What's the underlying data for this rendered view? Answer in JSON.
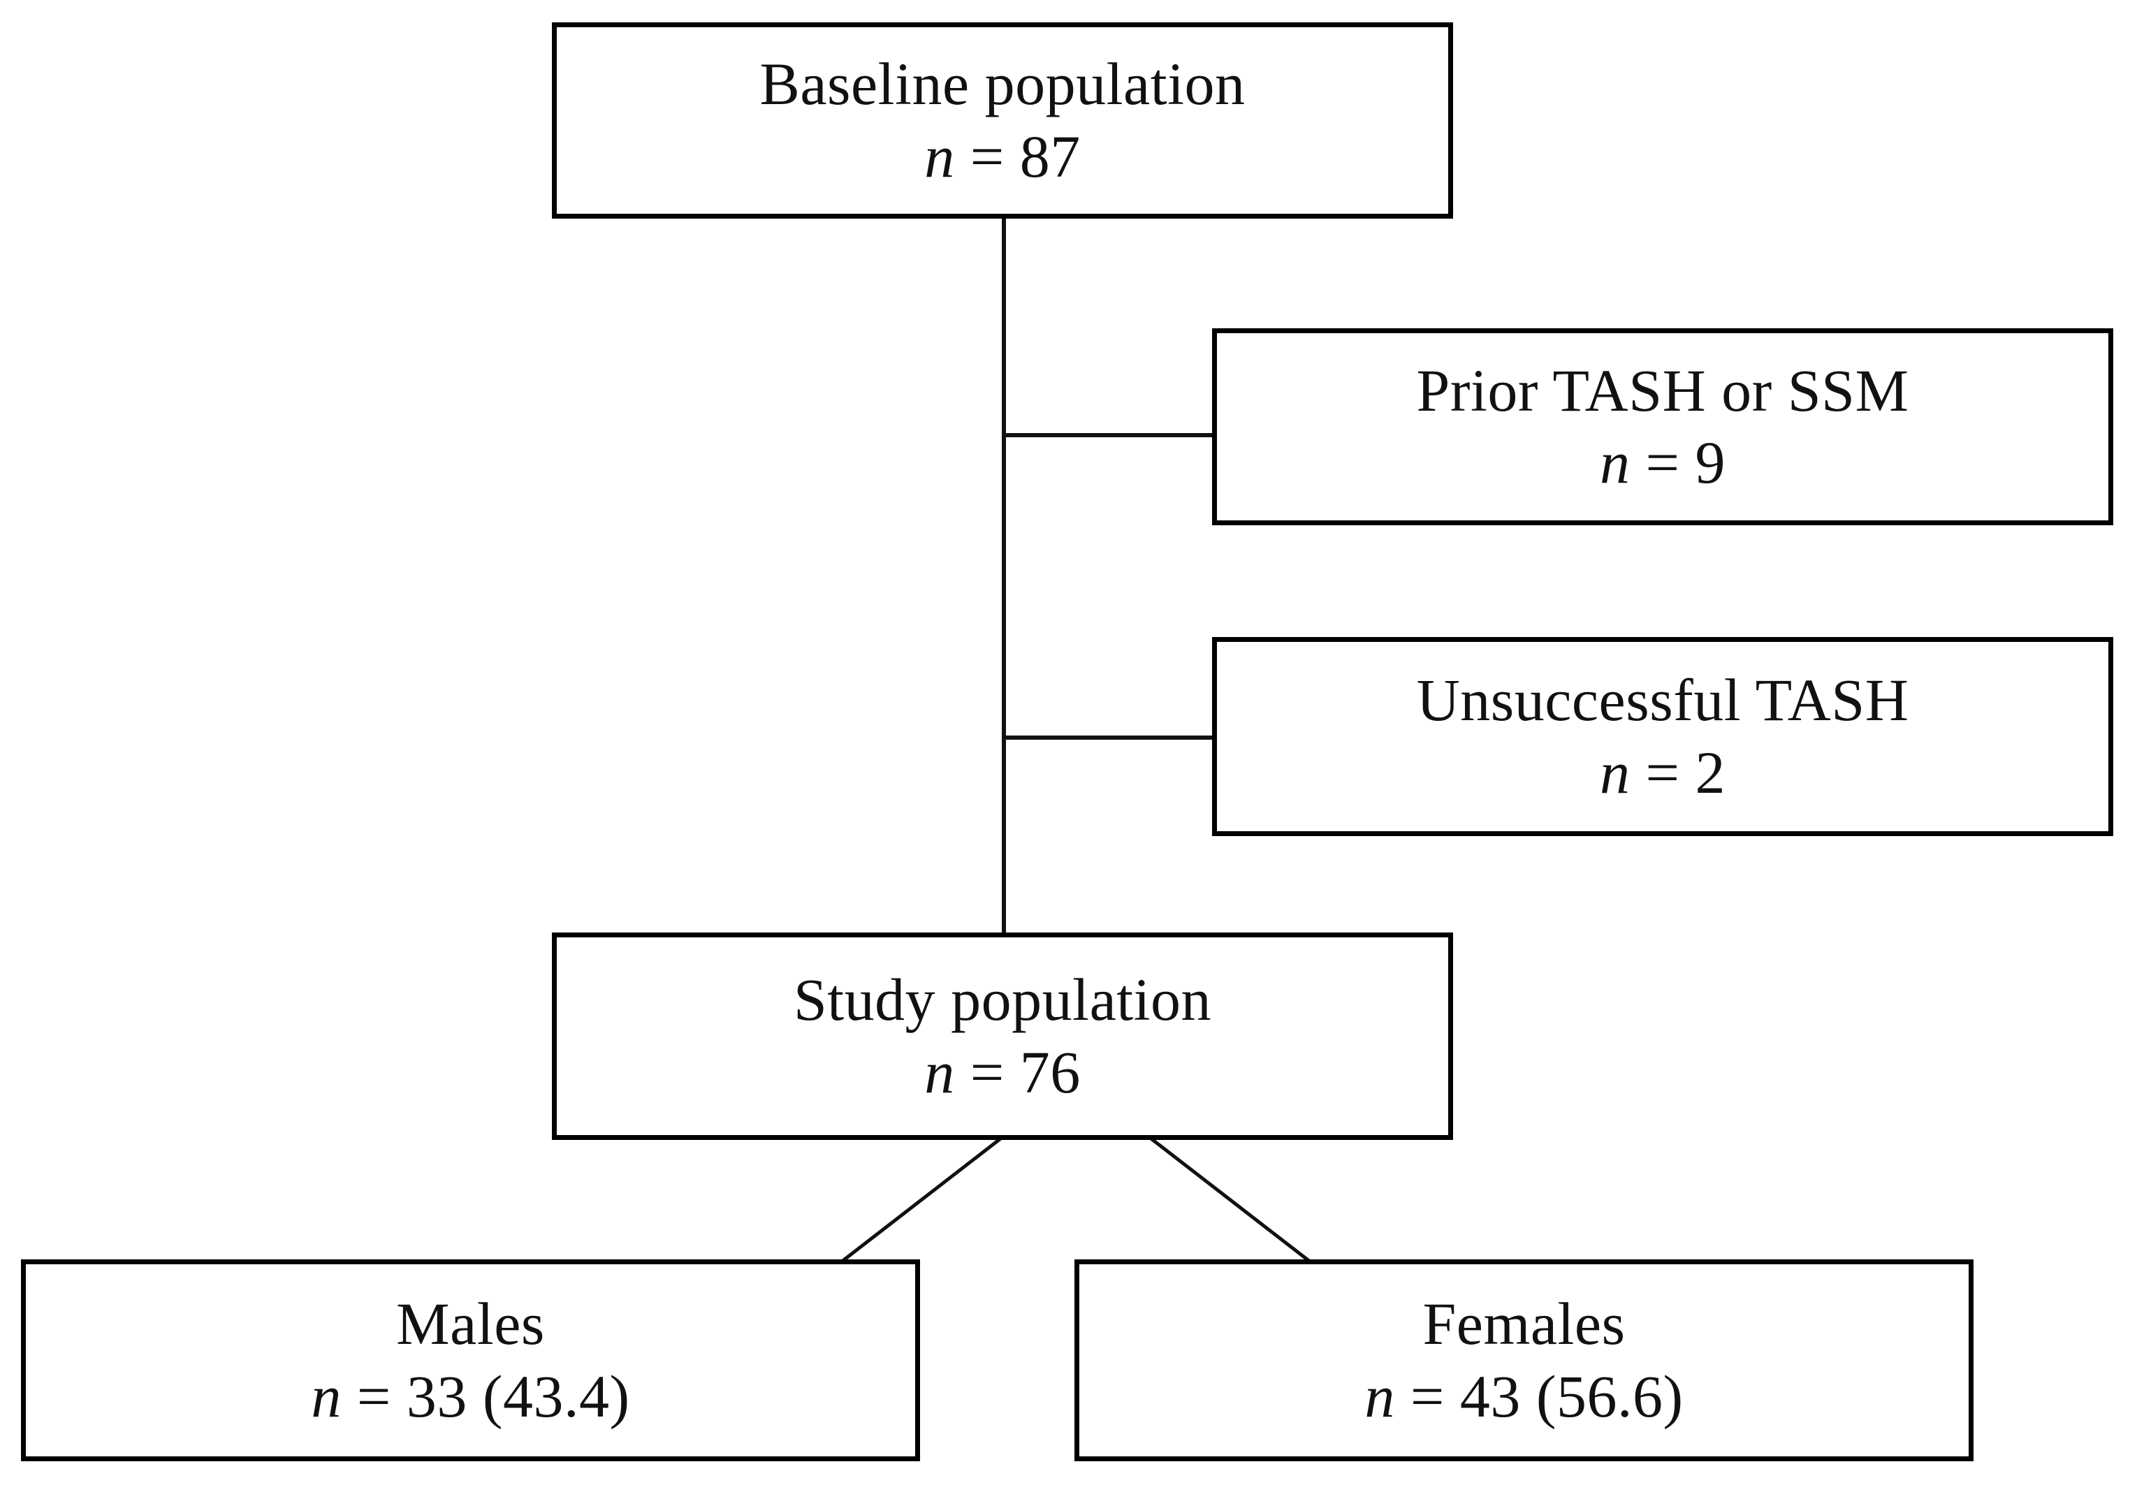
{
  "diagram": {
    "type": "flowchart",
    "title": "Study population flow diagram",
    "orientation": "top-down",
    "colors": {
      "box_border": "#000000",
      "box_fill": "#ffffff",
      "connector": "#111111",
      "text": "#111111"
    },
    "nodes": [
      {
        "id": "baseline",
        "title": "Baseline population",
        "count_prefix": "n",
        "count_separator": " = ",
        "count_value": "87",
        "count_text": "n = 87"
      },
      {
        "id": "prior",
        "title": "Prior TASH or SSM",
        "count_prefix": "n",
        "count_separator": " = ",
        "count_value": "9",
        "count_text": "n = 9"
      },
      {
        "id": "unsuccessful",
        "title": "Unsuccessful TASH",
        "count_prefix": "n",
        "count_separator": " = ",
        "count_value": "2",
        "count_text": "n = 2"
      },
      {
        "id": "study",
        "title": "Study population",
        "count_prefix": "n",
        "count_separator": " = ",
        "count_value": "76",
        "count_text": "n = 76"
      },
      {
        "id": "males",
        "title": "Males",
        "count_prefix": "n",
        "count_separator": " = ",
        "count_value": "33 (43.4)",
        "count_text": "n = 33 (43.4)"
      },
      {
        "id": "females",
        "title": "Females",
        "count_prefix": "n",
        "count_separator": " = ",
        "count_value": "43 (56.6)",
        "count_text": "n = 43 (56.6)"
      }
    ],
    "edges": [
      {
        "from": "baseline",
        "to": "prior",
        "style": "orthogonal"
      },
      {
        "from": "baseline",
        "to": "unsuccessful",
        "style": "orthogonal"
      },
      {
        "from": "baseline",
        "to": "study",
        "style": "straight-vertical"
      },
      {
        "from": "study",
        "to": "males",
        "style": "diagonal"
      },
      {
        "from": "study",
        "to": "females",
        "style": "diagonal"
      }
    ]
  }
}
